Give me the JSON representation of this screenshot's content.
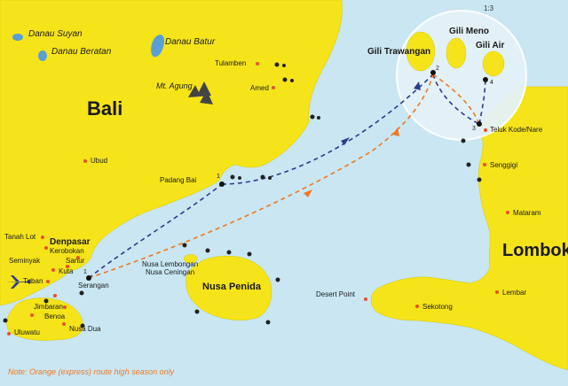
{
  "regions": {
    "bali": "Bali",
    "lombok": "Lombok",
    "nusa_penida": "Nusa Penida"
  },
  "lakes": {
    "suyan": "Danau Suyan",
    "beratan": "Danau Beratan",
    "batur": "Danau Batur"
  },
  "mountains": {
    "agung": "Mt. Agung"
  },
  "gili": {
    "trawangan": "Gili Trawangan",
    "meno": "Gili Meno",
    "air": "Gili Air"
  },
  "inset_scale": "1:3",
  "places": {
    "tulamben": "Tulamben",
    "amed": "Amed",
    "ubud": "Ubud",
    "padang_bai": "Padang Bai",
    "tanah_lot": "Tanah Lot",
    "denpasar": "Denpasar",
    "kerobokan": "Kerobokan",
    "seminyak": "Seminyak",
    "sanur": "Sanur",
    "kuta": "Kuta",
    "tuban": "Tuban",
    "serangan": "Serangan",
    "jimbaran": "Jimbaran",
    "benoa": "Benoa",
    "uluwatu": "Uluwatu",
    "nusa_dua": "Nusa Dua",
    "nusa_lembongan": "Nusa Lembongan",
    "nusa_ceningan": "Nusa Ceningan",
    "teluk_kode": "Teluk Kode/Nare",
    "senggigi": "Senggigi",
    "mataram": "Mataram",
    "lembar": "Lembar",
    "sekotong": "Sekotong",
    "desert_point": "Desert Point"
  },
  "stops": [
    "1",
    "1",
    "2",
    "3",
    "4"
  ],
  "note": "Note: Orange (express) route high season only",
  "colors": {
    "sea": "#c9e6f2",
    "land": "#f5e419",
    "route_blue": "#2e3b8c",
    "route_orange": "#f07820",
    "town_dot": "#e8502a"
  },
  "icons": [
    "airport-icon",
    "dive-site-icon",
    "mountain-icon"
  ]
}
